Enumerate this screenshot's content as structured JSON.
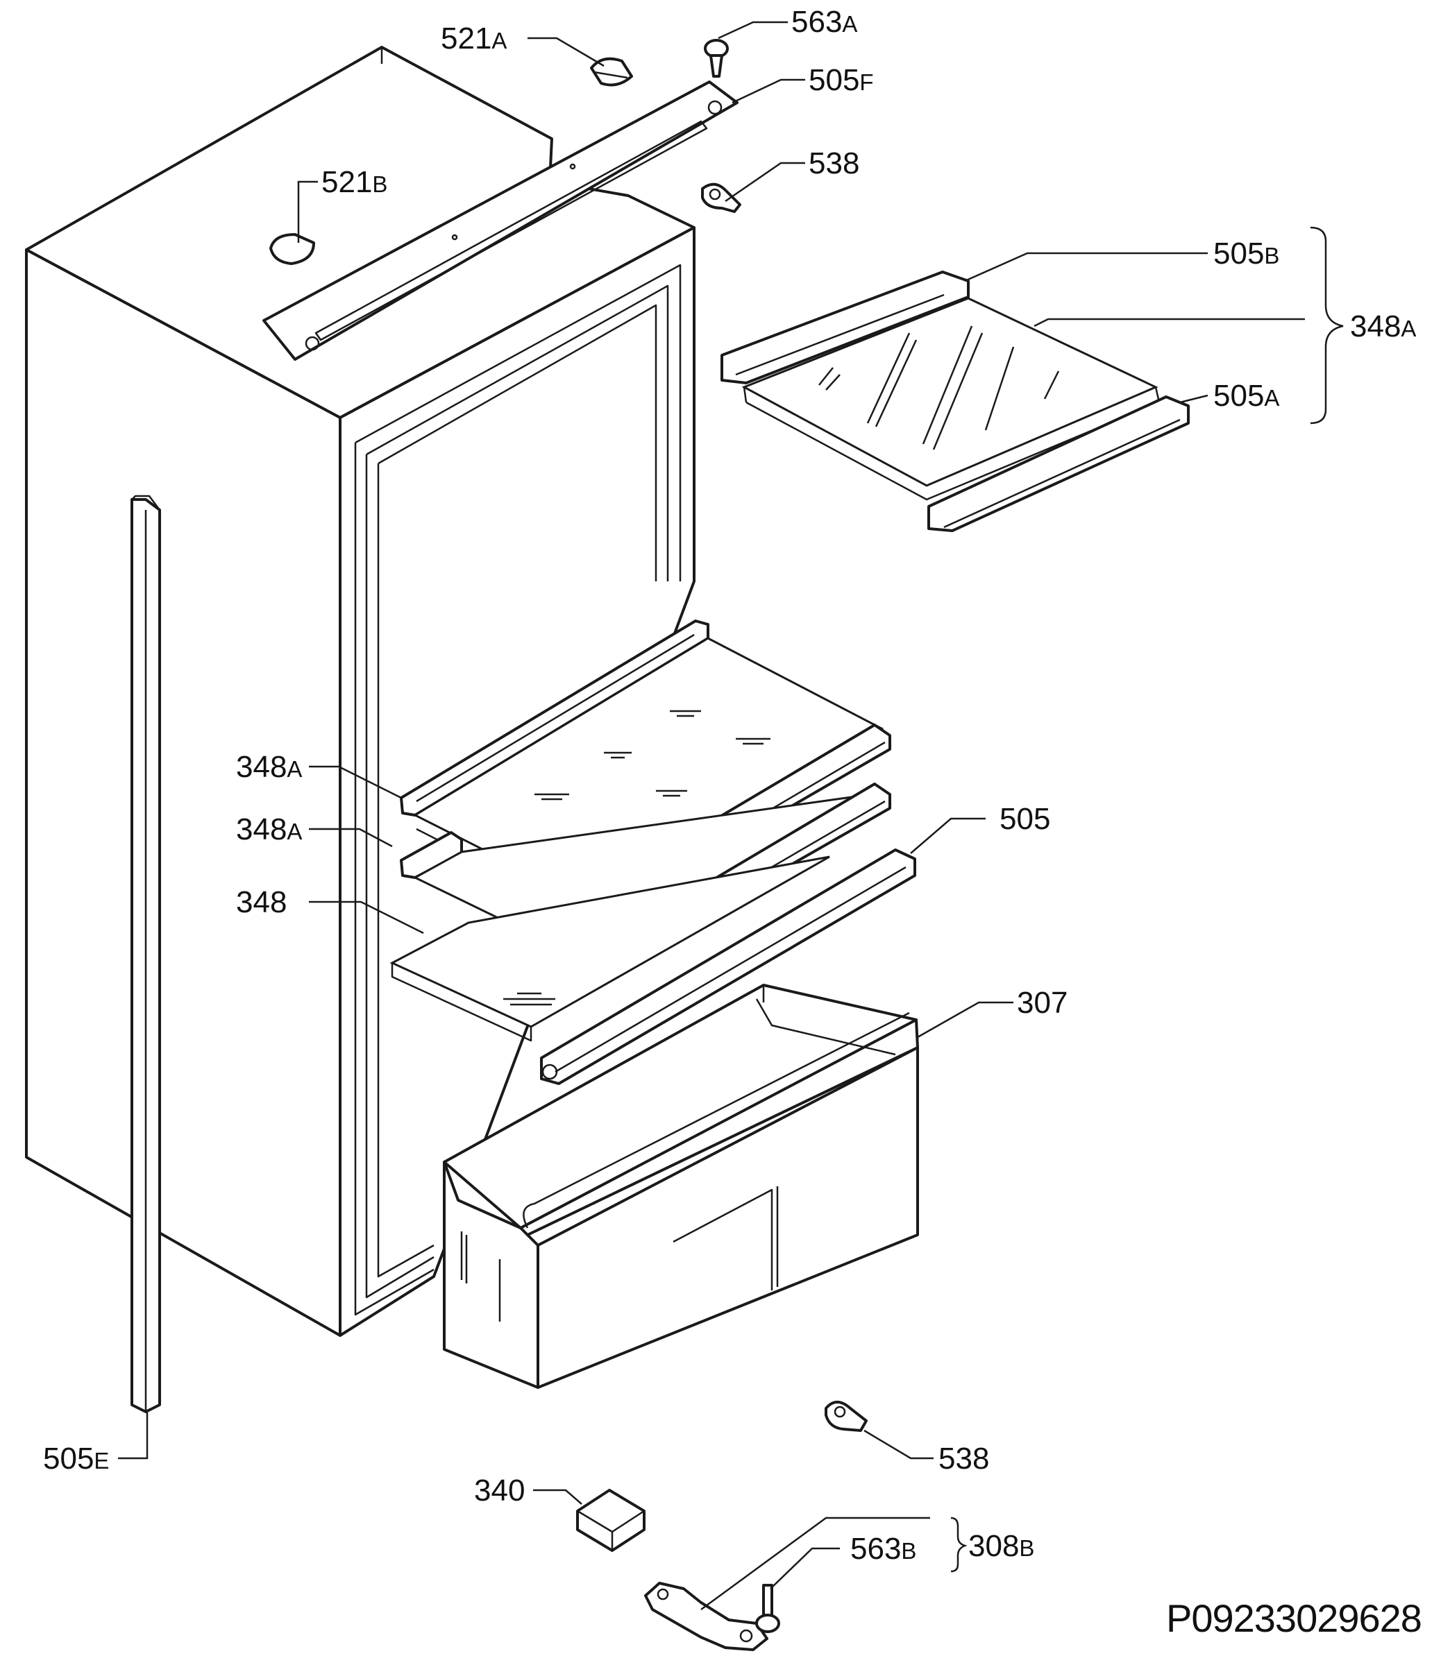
{
  "diagram": {
    "drawing_code": "P09233029628",
    "labels": [
      {
        "id": "521a",
        "num": "521",
        "suffix": "A"
      },
      {
        "id": "563a",
        "num": "563",
        "suffix": "A"
      },
      {
        "id": "505f",
        "num": "505",
        "suffix": "F"
      },
      {
        "id": "521b",
        "num": "521",
        "suffix": "B"
      },
      {
        "id": "538-top",
        "num": "538",
        "suffix": ""
      },
      {
        "id": "505b",
        "num": "505",
        "suffix": "B"
      },
      {
        "id": "348a-group",
        "num": "348",
        "suffix": "A"
      },
      {
        "id": "505a",
        "num": "505",
        "suffix": "A"
      },
      {
        "id": "348a-1",
        "num": "348",
        "suffix": "A"
      },
      {
        "id": "348a-2",
        "num": "348",
        "suffix": "A"
      },
      {
        "id": "348",
        "num": "348",
        "suffix": ""
      },
      {
        "id": "505",
        "num": "505",
        "suffix": ""
      },
      {
        "id": "307",
        "num": "307",
        "suffix": ""
      },
      {
        "id": "505e",
        "num": "505",
        "suffix": "E"
      },
      {
        "id": "538-bottom",
        "num": "538",
        "suffix": ""
      },
      {
        "id": "340",
        "num": "340",
        "suffix": ""
      },
      {
        "id": "563b",
        "num": "563",
        "suffix": "B"
      },
      {
        "id": "308b",
        "num": "308",
        "suffix": "B"
      }
    ]
  }
}
